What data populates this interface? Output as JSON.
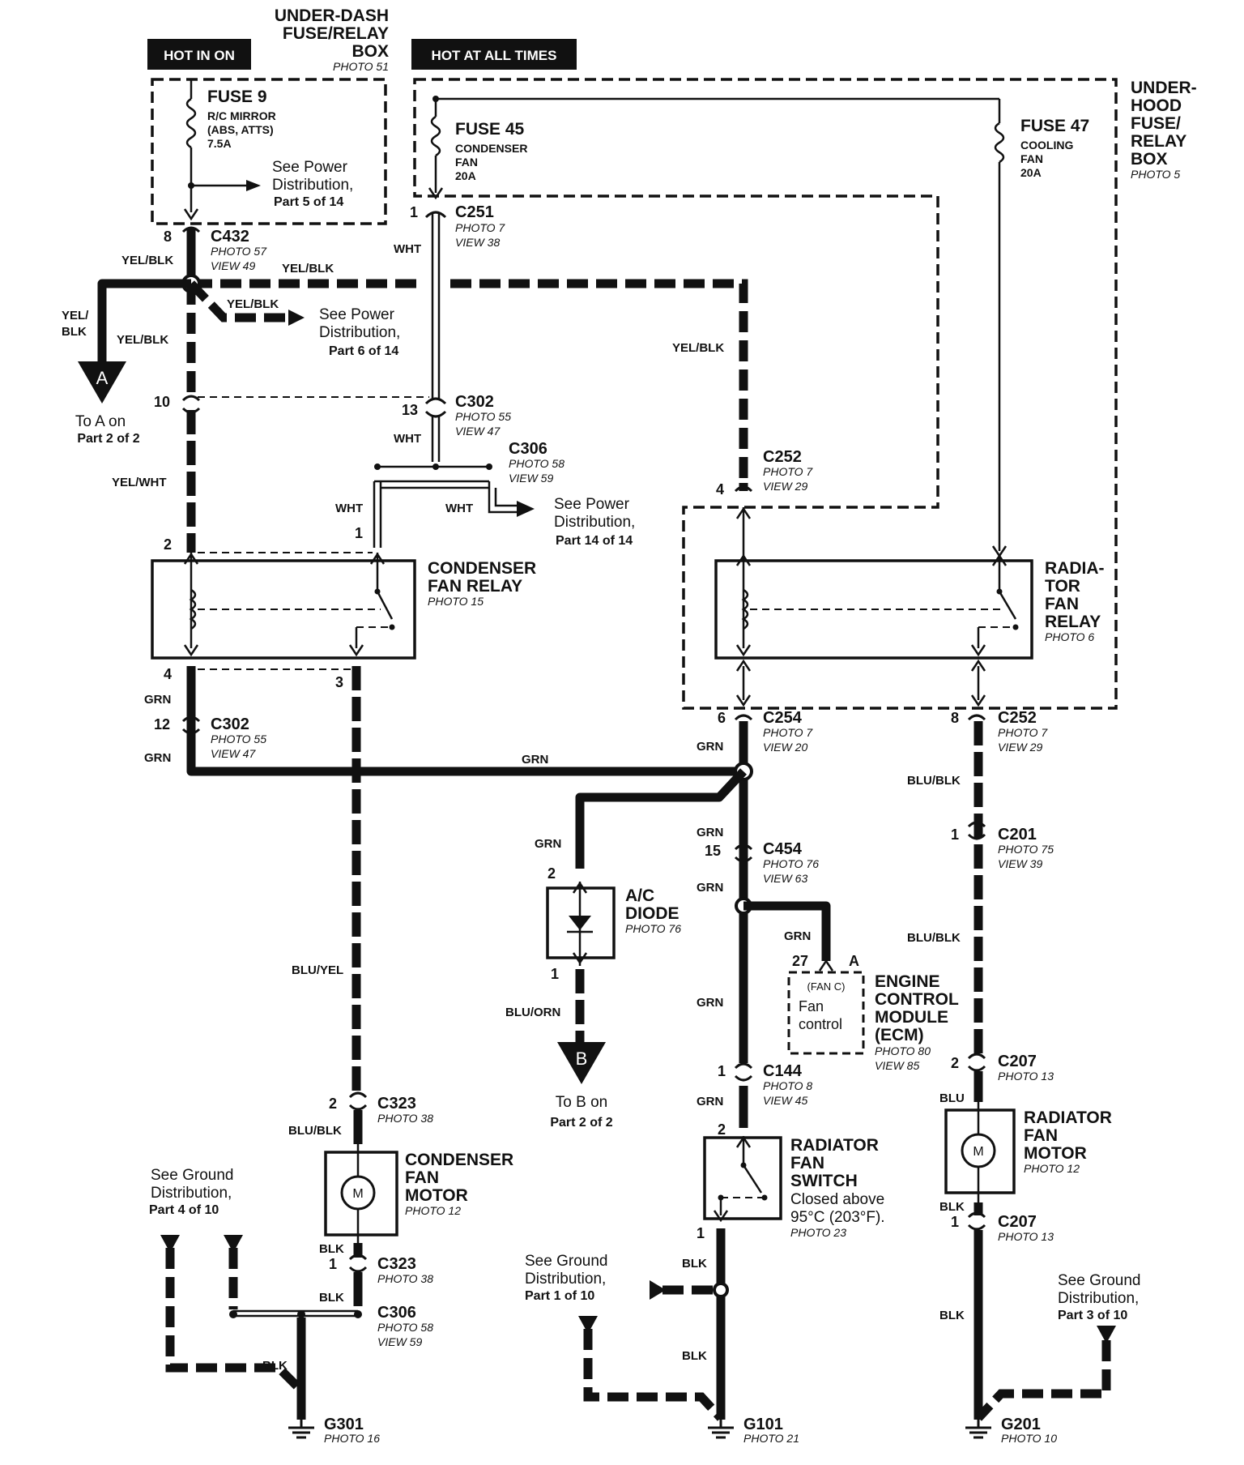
{
  "header_labels": {
    "hot_in_on": "HOT IN ON",
    "hot_at_all_times": "HOT AT ALL TIMES"
  },
  "under_dash_box": {
    "line1": "UNDER-DASH",
    "line2": "FUSE/RELAY",
    "line3": "BOX",
    "photo": "PHOTO 51"
  },
  "under_hood_box": {
    "line1": "UNDER-",
    "line2": "HOOD",
    "line3": "FUSE/",
    "line4": "RELAY",
    "line5": "BOX",
    "photo": "PHOTO 5"
  },
  "fuse9": {
    "name": "FUSE 9",
    "line1": "R/C MIRROR",
    "line2": "(ABS, ATTS)",
    "rating": "7.5A"
  },
  "fuse45": {
    "name": "FUSE 45",
    "line1": "CONDENSER",
    "line2": "FAN",
    "rating": "20A"
  },
  "fuse47": {
    "name": "FUSE 47",
    "line1": "COOLING",
    "line2": "FAN",
    "rating": "20A"
  },
  "see_power_5": {
    "line1": "See Power",
    "line2": "Distribution,",
    "part": "Part 5 of 14"
  },
  "see_power_6": {
    "line1": "See Power",
    "line2": "Distribution,",
    "part": "Part 6 of 14"
  },
  "see_power_14": {
    "line1": "See Power",
    "line2": "Distribution,",
    "part": "Part 14 of 14"
  },
  "connectors": {
    "c432": {
      "name": "C432",
      "photo": "PHOTO 57",
      "view": "VIEW 49",
      "pin": "8"
    },
    "c251": {
      "name": "C251",
      "photo": "PHOTO 7",
      "view": "VIEW 38",
      "pin": "1"
    },
    "c302_top": {
      "name": "C302",
      "photo": "PHOTO 55",
      "view": "VIEW 47",
      "pin_left": "10",
      "pin_right": "13"
    },
    "c306_top": {
      "name": "C306",
      "photo": "PHOTO 58",
      "view": "VIEW 59"
    },
    "c252_top": {
      "name": "C252",
      "photo": "PHOTO 7",
      "view": "VIEW 29",
      "pin": "4"
    },
    "c302_low": {
      "name": "C302",
      "photo": "PHOTO 55",
      "view": "VIEW 47",
      "pin": "12"
    },
    "c254": {
      "name": "C254",
      "photo": "PHOTO 7",
      "view": "VIEW 20",
      "pin": "6"
    },
    "c252_low": {
      "name": "C252",
      "photo": "PHOTO 7",
      "view": "VIEW 29",
      "pin": "8"
    },
    "c454": {
      "name": "C454",
      "photo": "PHOTO 76",
      "view": "VIEW 63",
      "pin": "15"
    },
    "c201": {
      "name": "C201",
      "photo": "PHOTO 75",
      "view": "VIEW 39",
      "pin": "1"
    },
    "c144": {
      "name": "C144",
      "photo": "PHOTO 8",
      "view": "VIEW 45",
      "pin": "1"
    },
    "c207_top": {
      "name": "C207",
      "photo": "PHOTO 13",
      "pin": "2"
    },
    "c207_low": {
      "name": "C207",
      "photo": "PHOTO 13",
      "pin": "1"
    },
    "c323_top": {
      "name": "C323",
      "photo": "PHOTO 38",
      "pin": "2"
    },
    "c323_low": {
      "name": "C323",
      "photo": "PHOTO 38",
      "pin": "1"
    },
    "c306_low": {
      "name": "C306",
      "photo": "PHOTO 58",
      "view": "VIEW 59"
    }
  },
  "components": {
    "condenser_relay": {
      "line1": "CONDENSER",
      "line2": "FAN RELAY",
      "photo": "PHOTO 15",
      "pin2": "2",
      "pin1": "1",
      "pin4": "4",
      "pin3": "3"
    },
    "radiator_relay": {
      "line1": "RADIA-",
      "line2": "TOR",
      "line3": "FAN",
      "line4": "RELAY",
      "photo": "PHOTO 6"
    },
    "ac_diode": {
      "line1": "A/C",
      "line2": "DIODE",
      "photo": "PHOTO 76",
      "pin_top": "2",
      "pin_bottom": "1"
    },
    "ecm": {
      "line1": "ENGINE",
      "line2": "CONTROL",
      "line3": "MODULE",
      "line4": "(ECM)",
      "photo": "PHOTO 80",
      "view": "VIEW 85",
      "pin": "27",
      "pin_letter": "A",
      "inner1": "(FAN C)",
      "inner2": "Fan",
      "inner3": "control"
    },
    "condenser_motor": {
      "line1": "CONDENSER",
      "line2": "FAN",
      "line3": "MOTOR",
      "photo": "PHOTO 12",
      "symbol": "M"
    },
    "radiator_motor": {
      "line1": "RADIATOR",
      "line2": "FAN",
      "line3": "MOTOR",
      "photo": "PHOTO 12",
      "symbol": "M"
    },
    "radiator_switch": {
      "line1": "RADIATOR",
      "line2": "FAN",
      "line3": "SWITCH",
      "line4": "Closed above",
      "line5": "95°C (203°F).",
      "photo": "PHOTO 23",
      "pin_top": "2",
      "pin_bottom": "1"
    }
  },
  "offpage": {
    "a": {
      "letter": "A",
      "line1": "To A on",
      "line2": "Part 2 of 2"
    },
    "b": {
      "letter": "B",
      "line1": "To B on",
      "line2": "Part 2 of 2"
    }
  },
  "grounds": {
    "g301": {
      "name": "G301",
      "photo": "PHOTO 16"
    },
    "g101": {
      "name": "G101",
      "photo": "PHOTO 21"
    },
    "g201": {
      "name": "G201",
      "photo": "PHOTO 10"
    },
    "see_ground_4": {
      "line1": "See Ground",
      "line2": "Distribution,",
      "part": "Part 4 of 10"
    },
    "see_ground_1": {
      "line1": "See Ground",
      "line2": "Distribution,",
      "part": "Part 1 of 10"
    },
    "see_ground_3": {
      "line1": "See Ground",
      "line2": "Distribution,",
      "part": "Part 3 of 10"
    }
  },
  "wire_labels": {
    "yel_blk_a": "YEL/BLK",
    "yel_blk_b": "YEL/BLK",
    "yel_blk_c": "YEL/BLK",
    "yel_blk_d": "YEL/BLK",
    "yel_blk_e": "YEL/BLK",
    "yel_blk_split1": "YEL/",
    "yel_blk_split2": "BLK",
    "wht_a": "WHT",
    "wht_b": "WHT",
    "wht_c": "WHT",
    "wht_d": "WHT",
    "yel_wht": "YEL/WHT",
    "grn_a": "GRN",
    "grn_b": "GRN",
    "grn_c": "GRN",
    "grn_d": "GRN",
    "grn_e": "GRN",
    "grn_f": "GRN",
    "grn_g": "GRN",
    "grn_h": "GRN",
    "grn_i": "GRN",
    "grn_j": "GRN",
    "blu_yel": "BLU/YEL",
    "blu_blk_a": "BLU/BLK",
    "blu_blk_b": "BLU/BLK",
    "blu_blk_c": "BLU/BLK",
    "blu_orn": "BLU/ORN",
    "blu": "BLU",
    "blk_a": "BLK",
    "blk_b": "BLK",
    "blk_c": "BLK",
    "blk_d": "BLK",
    "blk_e": "BLK",
    "blk_f": "BLK",
    "blk_g": "BLK"
  }
}
